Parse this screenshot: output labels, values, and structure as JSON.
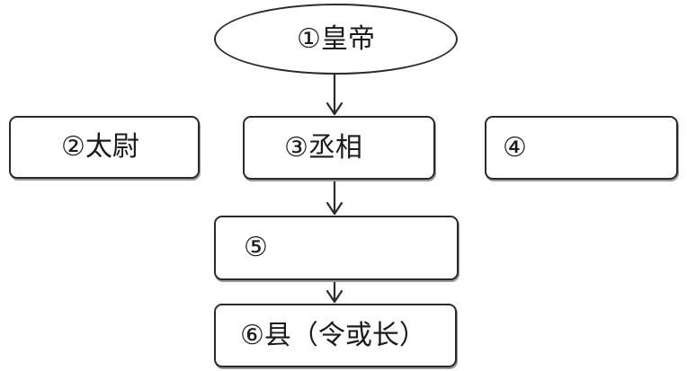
{
  "diagram": {
    "nodes": {
      "emperor": "①皇帝",
      "taiwei": "②太尉",
      "chancellor": "③丞相",
      "box4": "④",
      "box5": "⑤",
      "county": "⑥县（令或长）"
    },
    "colors": {
      "stroke": "#2a2a2a",
      "shadow": "#9a9a9a",
      "background": "#ffffff"
    }
  }
}
